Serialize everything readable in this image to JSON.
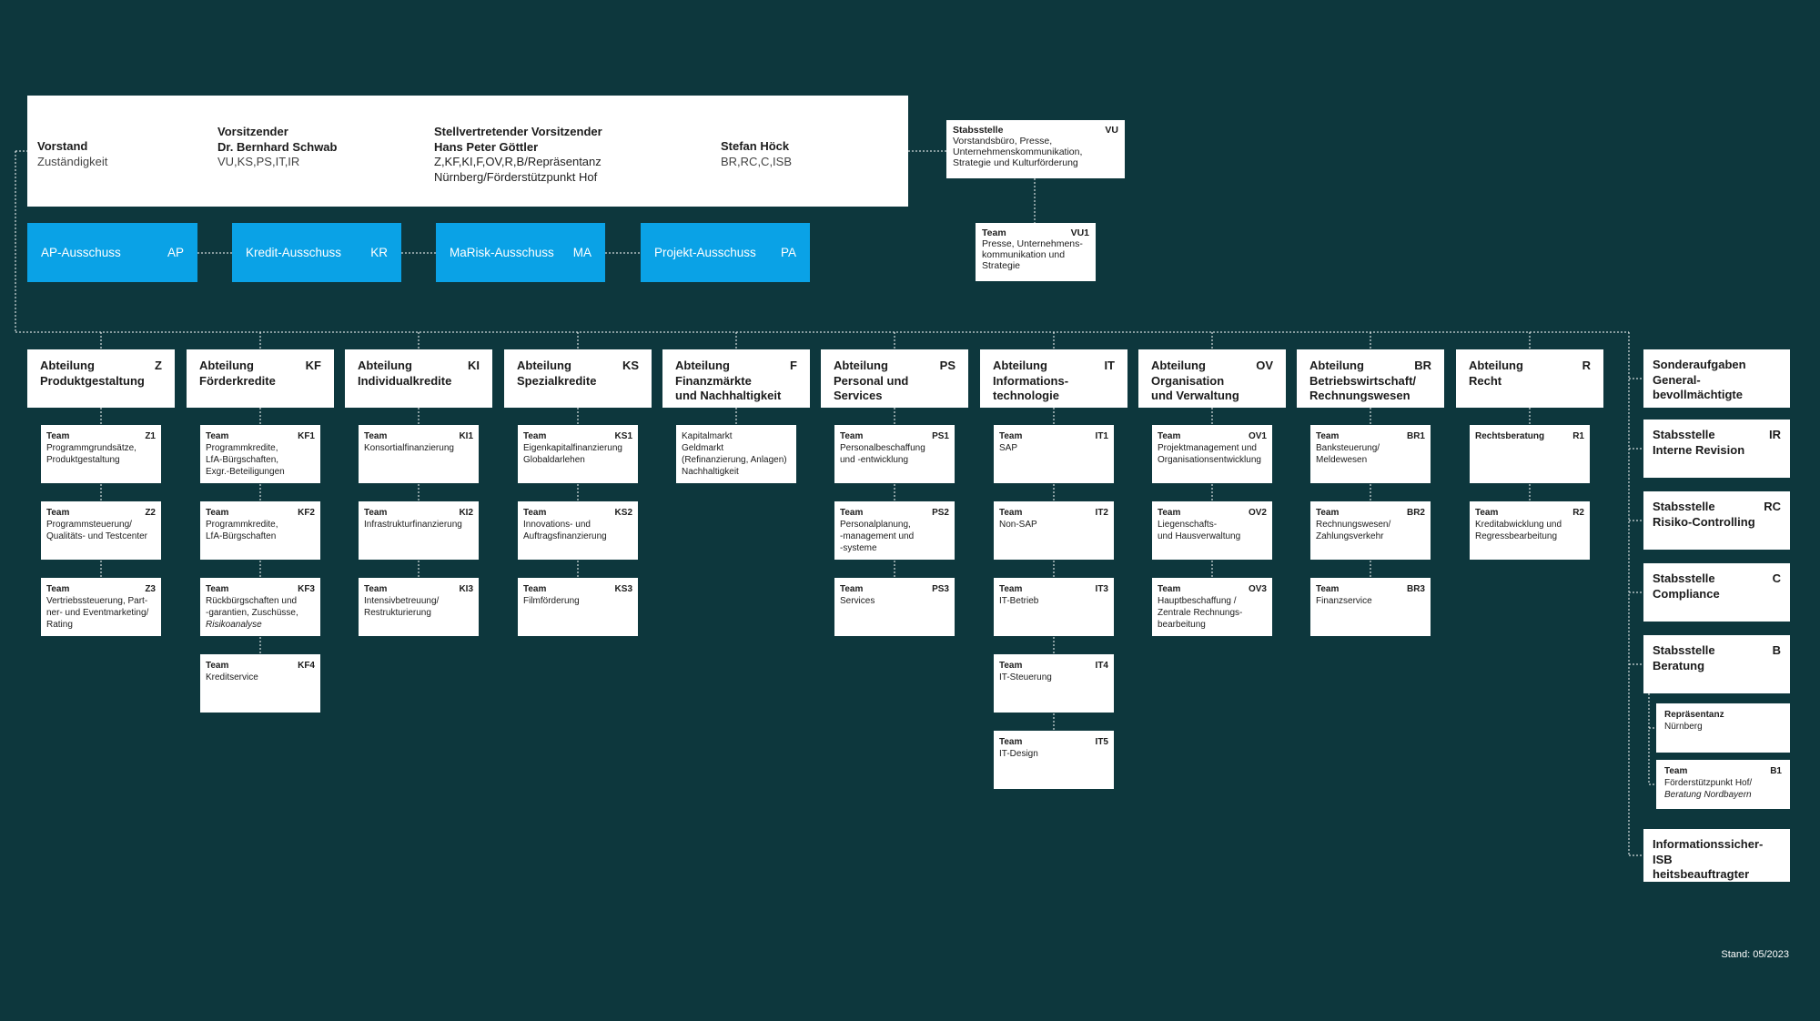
{
  "board": {
    "col1_title": "Vorstand",
    "col1_sub": "Zuständigkeit",
    "col2_title1": "Vorsitzender",
    "col2_title2": "Dr. Bernhard Schwab",
    "col2_sub": "VU,KS,PS,IT,IR",
    "col3_title1": "Stellvertretender Vorsitzender",
    "col3_title2": "Hans Peter Göttler",
    "col3_sub1": "Z,KF,KI,F,OV,R,B/Repräsentanz",
    "col3_sub2": "Nürnberg/Förderstützpunkt Hof",
    "col4_title": "Stefan Höck",
    "col4_sub": "BR,RC,C,ISB"
  },
  "staff_vu": {
    "label": "Stabsstelle",
    "code": "VU",
    "desc": [
      "Vorstandsbüro, Presse,",
      "Unternehmenskommunikation,",
      "Strategie und Kulturförderung"
    ]
  },
  "team_vu1": {
    "label": "Team",
    "code": "VU1",
    "desc": [
      "Presse, Unternehmens-",
      "kommunikation und",
      "Strategie"
    ]
  },
  "committees": [
    {
      "name": "AP-Ausschuss",
      "code": "AP"
    },
    {
      "name": "Kredit-Ausschuss",
      "code": "KR"
    },
    {
      "name": "MaRisk-Ausschuss",
      "code": "MA"
    },
    {
      "name": "Projekt-Ausschuss",
      "code": "PA"
    }
  ],
  "departments": [
    {
      "label": "Abteilung",
      "code": "Z",
      "name": [
        "Produktgestaltung"
      ],
      "teams": [
        {
          "label": "Team",
          "code": "Z1",
          "desc": [
            "Programmgrundsätze,",
            "Produktgestaltung"
          ]
        },
        {
          "label": "Team",
          "code": "Z2",
          "desc": [
            "Programmsteuerung/",
            "Qualitäts- und Testcenter"
          ]
        },
        {
          "label": "Team",
          "code": "Z3",
          "desc": [
            "Vertriebssteuerung, Part-",
            "ner- und Eventmarketing/",
            "Rating"
          ]
        }
      ]
    },
    {
      "label": "Abteilung",
      "code": "KF",
      "name": [
        "Förderkredite"
      ],
      "teams": [
        {
          "label": "Team",
          "code": "KF1",
          "desc": [
            "Programmkredite,",
            "LfA-Bürgschaften,",
            "Exgr.-Beteiligungen"
          ]
        },
        {
          "label": "Team",
          "code": "KF2",
          "desc": [
            "Programmkredite,",
            "LfA-Bürgschaften"
          ]
        },
        {
          "label": "Team",
          "code": "KF3",
          "desc": [
            "Rückbürgschaften und",
            "-garantien, Zuschüsse,"
          ],
          "note": "Risikoanalyse"
        },
        {
          "label": "Team",
          "code": "KF4",
          "desc": [
            "Kreditservice"
          ]
        }
      ]
    },
    {
      "label": "Abteilung",
      "code": "KI",
      "name": [
        "Individualkredite"
      ],
      "teams": [
        {
          "label": "Team",
          "code": "KI1",
          "desc": [
            "Konsortialfinanzierung"
          ]
        },
        {
          "label": "Team",
          "code": "KI2",
          "desc": [
            "Infrastrukturfinanzierung"
          ]
        },
        {
          "label": "Team",
          "code": "KI3",
          "desc": [
            "Intensivbetreuung/",
            "Restrukturierung"
          ]
        }
      ]
    },
    {
      "label": "Abteilung",
      "code": "KS",
      "name": [
        "Spezialkredite"
      ],
      "teams": [
        {
          "label": "Team",
          "code": "KS1",
          "desc": [
            "Eigenkapitalfinanzierung",
            "Globaldarlehen"
          ]
        },
        {
          "label": "Team",
          "code": "KS2",
          "desc": [
            "Innovations- und",
            "Auftragsfinanzierung"
          ]
        },
        {
          "label": "Team",
          "code": "KS3",
          "desc": [
            "Filmförderung"
          ]
        }
      ]
    },
    {
      "label": "Abteilung",
      "code": "F",
      "name": [
        "Finanzmärkte",
        "und Nachhaltigkeit"
      ],
      "teams": [
        {
          "label": "",
          "code": "",
          "desc": [
            "Kapitalmarkt",
            "Geldmarkt",
            "(Refinanzierung, Anlagen)",
            "Nachhaltigkeit"
          ]
        }
      ]
    },
    {
      "label": "Abteilung",
      "code": "PS",
      "name": [
        "Personal und",
        "Services"
      ],
      "teams": [
        {
          "label": "Team",
          "code": "PS1",
          "desc": [
            "Personalbeschaffung",
            "und -entwicklung"
          ]
        },
        {
          "label": "Team",
          "code": "PS2",
          "desc": [
            "Personalplanung,",
            "-management und",
            "-systeme"
          ]
        },
        {
          "label": "Team",
          "code": "PS3",
          "desc": [
            "Services"
          ]
        }
      ]
    },
    {
      "label": "Abteilung",
      "code": "IT",
      "name": [
        "Informations-",
        "technologie"
      ],
      "teams": [
        {
          "label": "Team",
          "code": "IT1",
          "desc": [
            "SAP"
          ]
        },
        {
          "label": "Team",
          "code": "IT2",
          "desc": [
            "Non-SAP"
          ]
        },
        {
          "label": "Team",
          "code": "IT3",
          "desc": [
            "IT-Betrieb"
          ]
        },
        {
          "label": "Team",
          "code": "IT4",
          "desc": [
            "IT-Steuerung"
          ]
        },
        {
          "label": "Team",
          "code": "IT5",
          "desc": [
            "IT-Design"
          ]
        }
      ]
    },
    {
      "label": "Abteilung",
      "code": "OV",
      "name": [
        "Organisation",
        "und Verwaltung"
      ],
      "teams": [
        {
          "label": "Team",
          "code": "OV1",
          "desc": [
            "Projektmanagement und",
            "Organisationsentwicklung"
          ]
        },
        {
          "label": "Team",
          "code": "OV2",
          "desc": [
            "Liegenschafts-",
            "und Hausverwaltung"
          ]
        },
        {
          "label": "Team",
          "code": "OV3",
          "desc": [
            "Hauptbeschaffung /",
            "Zentrale Rechnungs-",
            "bearbeitung"
          ]
        }
      ]
    },
    {
      "label": "Abteilung",
      "code": "BR",
      "name": [
        "Betriebswirtschaft/",
        "Rechnungswesen"
      ],
      "teams": [
        {
          "label": "Team",
          "code": "BR1",
          "desc": [
            "Banksteuerung/",
            "Meldewesen"
          ]
        },
        {
          "label": "Team",
          "code": "BR2",
          "desc": [
            "Rechnungswesen/",
            "Zahlungsverkehr"
          ]
        },
        {
          "label": "Team",
          "code": "BR3",
          "desc": [
            "Finanzservice"
          ]
        }
      ]
    },
    {
      "label": "Abteilung",
      "code": "R",
      "name": [
        "Recht"
      ],
      "teams": [
        {
          "label": "Rechtsberatung",
          "code": "R1",
          "desc": []
        },
        {
          "label": "Team",
          "code": "R2",
          "desc": [
            "Kreditabwicklung und",
            "Regressbearbeitung"
          ]
        }
      ]
    }
  ],
  "right": [
    {
      "lines": [
        "Sonderaufgaben",
        "General-",
        "bevollmächtigte"
      ],
      "code": ""
    },
    {
      "lines": [
        "Stabsstelle",
        "Interne Revision"
      ],
      "code": "IR"
    },
    {
      "lines": [
        "Stabsstelle",
        "Risiko-Controlling"
      ],
      "code": "RC"
    },
    {
      "lines": [
        "Stabsstelle",
        "Compliance"
      ],
      "code": "C"
    },
    {
      "lines": [
        "Stabsstelle",
        "Beratung"
      ],
      "code": "B"
    },
    {
      "lines": [
        "Informationssicher-ISB",
        "heitsbeauftragter"
      ],
      "code": ""
    }
  ],
  "beratung_sub": [
    {
      "lines": [
        "Repräsentanz",
        "Nürnberg"
      ],
      "code": "",
      "note": ""
    },
    {
      "lines": [
        "Team",
        "Förderstützpunkt Hof/"
      ],
      "code": "B1",
      "note": "Beratung Nordbayern"
    }
  ],
  "stand": "Stand: 05/2023"
}
